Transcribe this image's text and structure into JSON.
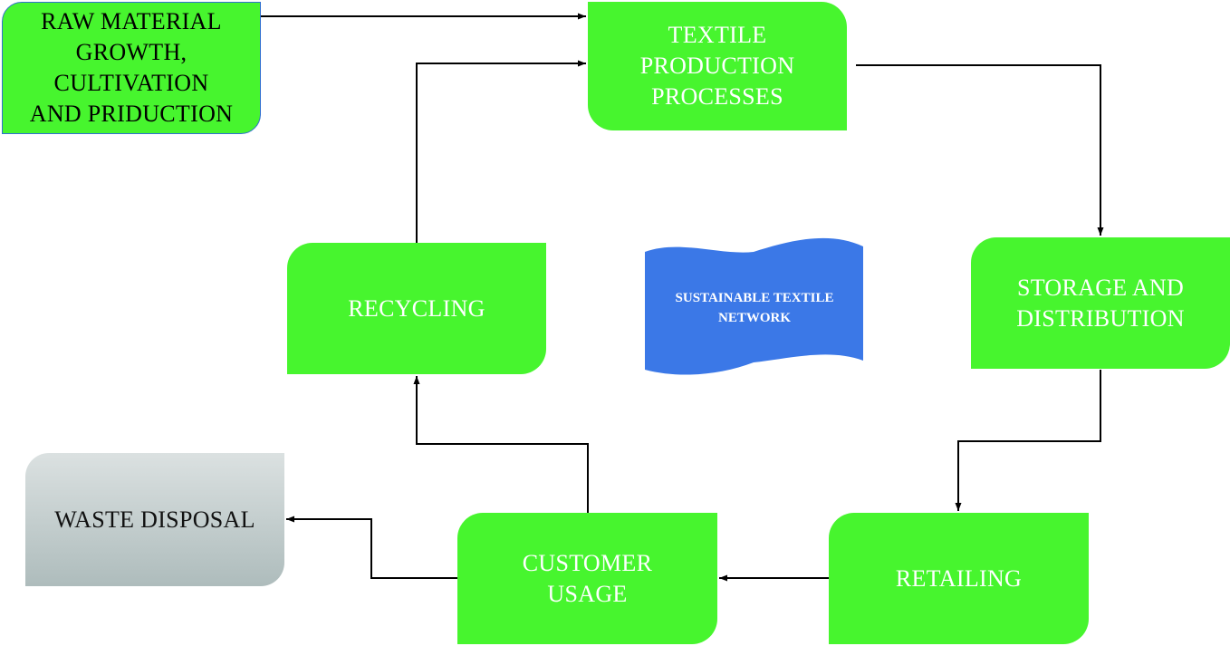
{
  "nodes": {
    "raw_material": "RAW MATERIAL\nGROWTH,\nCULTIVATION\nAND PRIDUCTION",
    "textile_production": "TEXTILE\nPRODUCTION\nPROCESSES",
    "storage_distribution": "STORAGE AND\nDISTRIBUTION",
    "retailing": "RETAILING",
    "customer_usage": "CUSTOMER\nUSAGE",
    "recycling": "RECYCLING",
    "waste_disposal": "WASTE DISPOSAL"
  },
  "center_banner": "SUSTAINABLE TEXTILE\nNETWORK",
  "colors": {
    "process_fill": "#47f52e",
    "banner_fill": "#3b78e7",
    "waste_fill": "#c4cdcd",
    "arrow": "#000000",
    "raw_border": "#2f6fd0"
  }
}
